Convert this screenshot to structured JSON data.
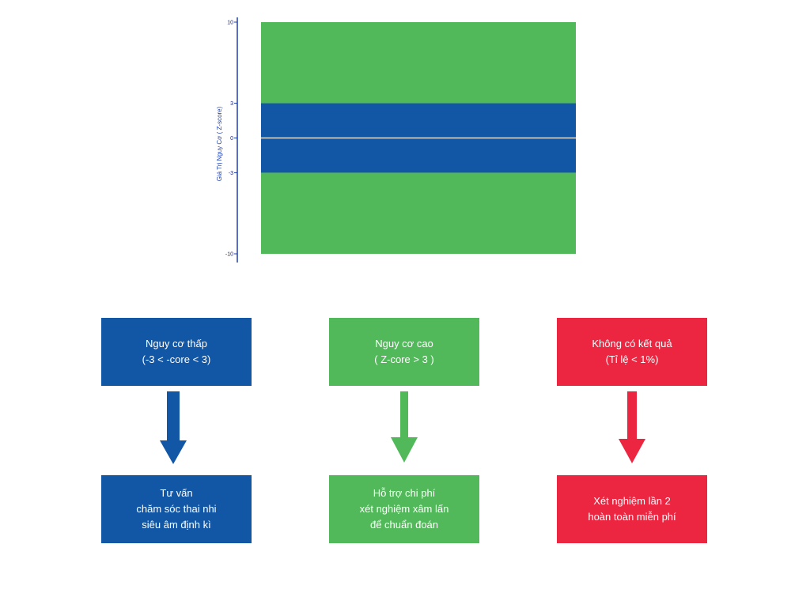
{
  "chart_data": {
    "type": "area",
    "title": "",
    "xlabel": "",
    "ylabel": "Giá Trị Nguy Cơ ( Z-score)",
    "ylim": [
      -10,
      10
    ],
    "yticks": [
      {
        "value": 10,
        "label": "10"
      },
      {
        "value": 3,
        "label": "3"
      },
      {
        "value": 0,
        "label": "0"
      },
      {
        "value": -3,
        "label": "-3"
      },
      {
        "value": -10,
        "label": "-10"
      }
    ],
    "bands": [
      {
        "from": 3,
        "to": 10,
        "color": "#52b95a"
      },
      {
        "from": -3,
        "to": 3,
        "color": "#1257a5"
      },
      {
        "from": -10,
        "to": -3,
        "color": "#52b95a"
      }
    ],
    "reference_line": {
      "value": 0,
      "color": "#ffffff"
    },
    "axis_color": "#1e3fb0"
  },
  "colors": {
    "blue": "#1257a5",
    "green": "#52b95a",
    "red": "#ec2540"
  },
  "flow": {
    "low": {
      "top_lines": [
        "Nguy cơ thấp",
        "(-3 < -core < 3)"
      ],
      "bottom_lines": [
        "Tư vấn",
        "chăm sóc thai nhi",
        "siêu âm định kì"
      ]
    },
    "high": {
      "top_lines": [
        "Nguy cơ cao",
        "( Z-core > 3 )"
      ],
      "bottom_lines": [
        "Hỗ trợ chi phí",
        "xét nghiệm xâm lấn",
        "để chuẩn đoán"
      ]
    },
    "none": {
      "top_lines": [
        "Không có kết quả",
        "(Tỉ lệ < 1%)"
      ],
      "bottom_lines": [
        "Xét nghiệm lần 2",
        "hoàn toàn miễn phí"
      ]
    }
  }
}
